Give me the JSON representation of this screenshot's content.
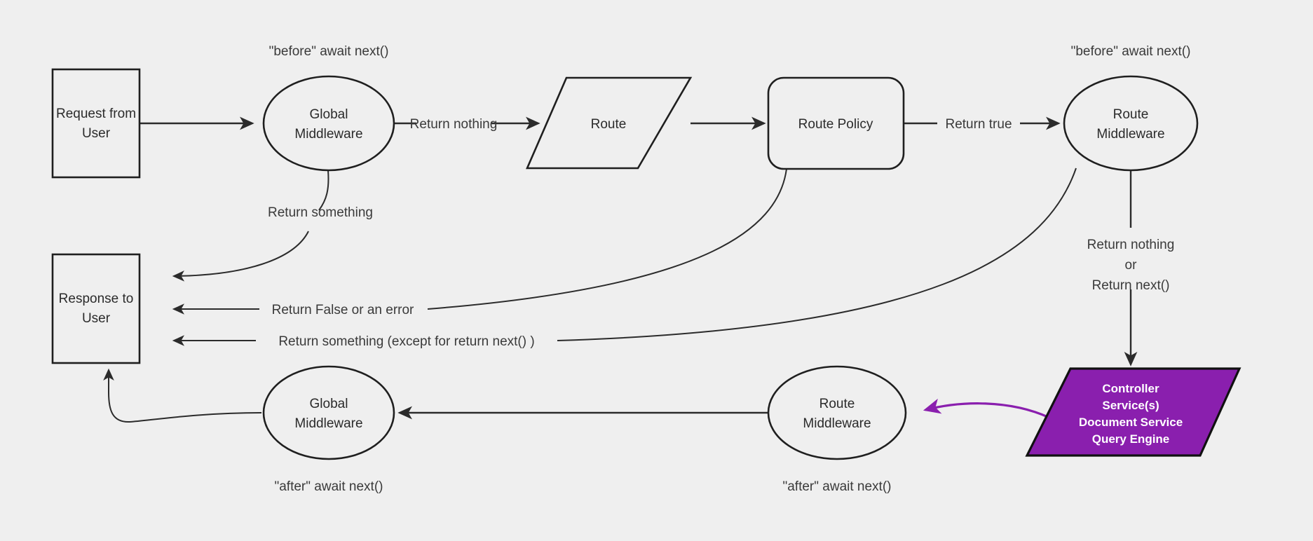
{
  "diagram": {
    "title": "Request lifecycle middleware flow",
    "background_color": "#efefef",
    "accent_color": "#8a1fae",
    "stroke_color": "#1f1f1f",
    "nodes": [
      {
        "id": "request-from-user",
        "shape": "rectangle",
        "lines": [
          "Request from",
          "User"
        ]
      },
      {
        "id": "global-middleware-before",
        "shape": "ellipse",
        "lines": [
          "Global",
          "Middleware"
        ]
      },
      {
        "id": "route",
        "shape": "parallelogram",
        "lines": [
          "Route"
        ]
      },
      {
        "id": "route-policy",
        "shape": "rounded-rectangle",
        "lines": [
          "Route Policy"
        ]
      },
      {
        "id": "route-middleware-before",
        "shape": "ellipse",
        "lines": [
          "Route",
          "Middleware"
        ]
      },
      {
        "id": "controller-services",
        "shape": "parallelogram-filled",
        "lines": [
          "Controller",
          "Service(s)",
          "Document Service",
          "Query Engine"
        ]
      },
      {
        "id": "response-to-user",
        "shape": "rectangle",
        "lines": [
          "Response to",
          "User"
        ]
      },
      {
        "id": "global-middleware-after",
        "shape": "ellipse",
        "lines": [
          "Global",
          "Middleware"
        ]
      },
      {
        "id": "route-middleware-after",
        "shape": "ellipse",
        "lines": [
          "Route",
          "Middleware"
        ]
      }
    ],
    "node_text": {
      "request_from_user_l1": "Request from",
      "request_from_user_l2": "User",
      "global_middleware_before_l1": "Global",
      "global_middleware_before_l2": "Middleware",
      "route": "Route",
      "route_policy": "Route Policy",
      "route_middleware_before_l1": "Route",
      "route_middleware_before_l2": "Middleware",
      "controller_l1": "Controller",
      "controller_l2": "Service(s)",
      "controller_l3": "Document Service",
      "controller_l4": "Query Engine",
      "response_to_user_l1": "Response to",
      "response_to_user_l2": "User",
      "global_middleware_after_l1": "Global",
      "global_middleware_after_l2": "Middleware",
      "route_middleware_after_l1": "Route",
      "route_middleware_after_l2": "Middleware"
    },
    "edge_labels": {
      "return_nothing": "Return nothing",
      "return_true": "Return true",
      "return_something": "Return something",
      "return_false_or_error": "Return False or an error",
      "return_something_except": "Return something (except for return next() )",
      "return_nothing_or_l1": "Return nothing",
      "return_nothing_or_l2": "or",
      "return_nothing_or_l3": "Return next()"
    },
    "annotations": {
      "before_await_next_global": "\"before\" await next()",
      "before_await_next_route": "\"before\" await next()",
      "after_await_next_global": "\"after\" await next()",
      "after_await_next_route": "\"after\" await next()"
    }
  }
}
